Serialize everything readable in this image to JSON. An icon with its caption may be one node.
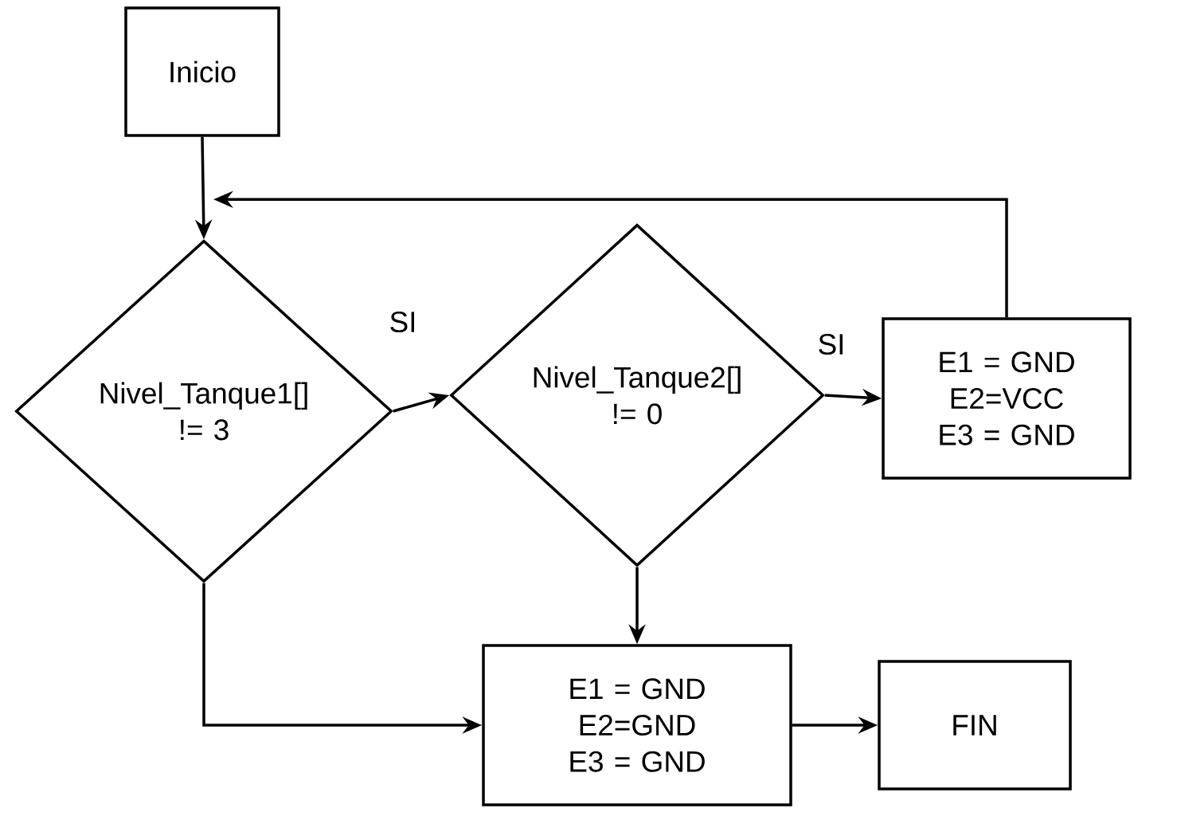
{
  "diagram": {
    "nodes": [
      {
        "text": [
          "Inicio"
        ]
      },
      {
        "text": [
          "Nivel_Tanque1[] != 3"
        ]
      },
      {
        "text": [
          "Nivel_Tanque2[] != 0"
        ]
      },
      {
        "text": [
          "E1 = GND E2=VCC E3 = GND"
        ]
      },
      {
        "text": [
          "E1 = GND E2=GND E3 = GND"
        ]
      },
      {
        "text": [
          "FIN"
        ]
      }
    ],
    "edges": [
      {
        "from": 0,
        "to": 1,
        "arrow": "to"
      },
      {
        "from": 1,
        "to": 2,
        "arrow": "to",
        "label": "SI"
      },
      {
        "from": 2,
        "to": 3,
        "arrow": "to",
        "label": "SI"
      },
      {
        "from": 3,
        "to": 1,
        "arrow": "to"
      },
      {
        "from": 1,
        "to": 4,
        "arrow": "to"
      },
      {
        "from": 2,
        "to": 4,
        "arrow": "to"
      },
      {
        "from": 4,
        "to": 5,
        "arrow": "to"
      }
    ]
  }
}
